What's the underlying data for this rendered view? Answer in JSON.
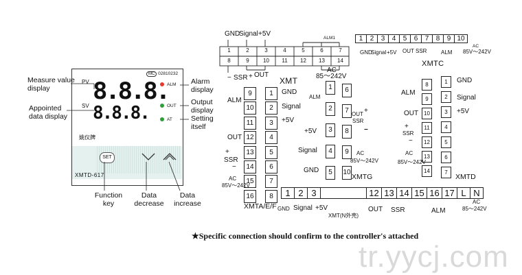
{
  "front_panel": {
    "pv_tag": "PV",
    "sv_tag": "SV",
    "pv_digits": "8.8.8.",
    "sv_digits": "8.8.8.",
    "cert_text": "02810232",
    "alm_tag": "ALM",
    "out_tag": "OUT",
    "at_tag": "AT",
    "brand": "姚仪牌",
    "model": "XMTD-617",
    "set_key": "SET"
  },
  "callouts": {
    "measure_value": "Measure value display",
    "appointed": "Appointed data display",
    "alarm": "Alarm display",
    "output": "Output display",
    "setting": "Setting itself",
    "function_key": "Function key",
    "data_decrease": "Data decrease",
    "data_increase": "Data increase"
  },
  "xmt": {
    "title": "XMT",
    "top_labels": [
      "GND",
      "Signal",
      "+5V"
    ],
    "top_row": [
      "1",
      "2",
      "3",
      "4",
      "5",
      "6",
      "7"
    ],
    "bottom_row": [
      "8",
      "9",
      "10",
      "11",
      "12",
      "13",
      "14"
    ],
    "alm1": "ALM1",
    "ssr": "SSR",
    "out": "OUT",
    "ac": "AC",
    "ac_range": "85～242V"
  },
  "xmtc": {
    "title": "XMTC",
    "pins": [
      "1",
      "2",
      "3",
      "4",
      "5",
      "6",
      "7",
      "8",
      "9",
      "10"
    ],
    "labels": [
      "GND",
      "Signal",
      "+5V"
    ],
    "out": "OUT",
    "ssr": "SSR",
    "alm": "ALM",
    "ac": "AC",
    "ac_range": "85V～242V"
  },
  "xmta": {
    "title": "XMTA/E/F",
    "left_pins": [
      "9",
      "10",
      "11",
      "12",
      "13",
      "14",
      "15",
      "16"
    ],
    "right_pins": [
      "1",
      "2",
      "3",
      "4",
      "5",
      "6",
      "7",
      "8"
    ],
    "right_labels": [
      "GND",
      "Signal",
      "+5V"
    ],
    "alm": "ALM",
    "out": "OUT",
    "ssr": "SSR",
    "ac": "AC",
    "ac_range": "85V～242V"
  },
  "xmtg": {
    "title": "XMTG",
    "left_pins": [
      "1",
      "2",
      "3",
      "4",
      "5"
    ],
    "right_pins": [
      "6",
      "7",
      "8",
      "9",
      "10"
    ],
    "left_labels": [
      "+5V",
      "Signal",
      "GND"
    ],
    "alm": "ALM",
    "out": "OUT",
    "ssr": "SSR",
    "ac": "AC",
    "ac_range": "85V～242V"
  },
  "xmtd": {
    "title": "XMTD",
    "left_pins": [
      "8",
      "9",
      "10",
      "11",
      "12",
      "13",
      "14"
    ],
    "right_pins": [
      "1",
      "2",
      "3",
      "4",
      "5",
      "6",
      "7"
    ],
    "right_labels": [
      "GND",
      "Signal",
      "+5V"
    ],
    "alm": "ALM",
    "out": "OUT",
    "ssr": "SSR",
    "ac": "AC",
    "ac_range": "85V～242V"
  },
  "xmtn": {
    "title": "XMT(N外壳)",
    "pins": [
      "1",
      "2",
      "3",
      "12",
      "13",
      "14",
      "15",
      "16",
      "17",
      "L",
      "N"
    ],
    "labels": [
      "GND",
      "Signal",
      "+5V"
    ],
    "out": "OUT",
    "ssr": "SSR",
    "alm": "ALM",
    "ac": "AC",
    "ac_range": "85～242V"
  },
  "note": "★Specific connection should confirm to the controller's attached",
  "watermark": "tr.yycj.com"
}
